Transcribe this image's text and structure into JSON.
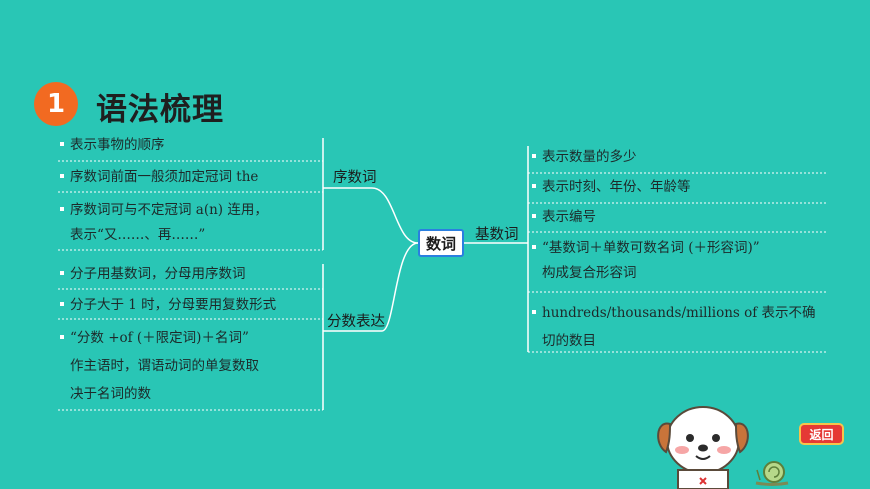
{
  "header": {
    "badge": "1",
    "title": "语法梳理"
  },
  "center": "数词",
  "ordinal": {
    "label": "序数词",
    "items": [
      {
        "lines": [
          "表示事物的顺序"
        ]
      },
      {
        "lines": [
          "序数词前面一般须加定冠词 the"
        ]
      },
      {
        "lines": [
          "序数词可与不定冠词 a(n) 连用，",
          "表示“又……、再……”"
        ]
      }
    ]
  },
  "fraction": {
    "label": "分数表达",
    "items": [
      {
        "lines": [
          "分子用基数词，分母用序数词"
        ]
      },
      {
        "lines": [
          "分子大于 1 时，分母要用复数形式"
        ]
      },
      {
        "lines": [
          "“分数 +of (＋限定词)＋名词”",
          "作主语时，谓语动词的单复数取",
          "决于名词的数"
        ]
      }
    ]
  },
  "cardinal": {
    "label": "基数词",
    "items": [
      {
        "lines": [
          "表示数量的多少"
        ]
      },
      {
        "lines": [
          "表示时刻、年份、年龄等"
        ]
      },
      {
        "lines": [
          "表示编号"
        ]
      },
      {
        "lines": [
          "“基数词＋单数可数名词 (＋形容词)”",
          "构成复合形容词"
        ]
      },
      {
        "lines": [
          "hundreds/thousands/millions of 表示不确",
          "切的数目"
        ]
      }
    ]
  },
  "return_button": "返回",
  "icons": [
    "dog-mascot-icon",
    "snail-icon"
  ]
}
